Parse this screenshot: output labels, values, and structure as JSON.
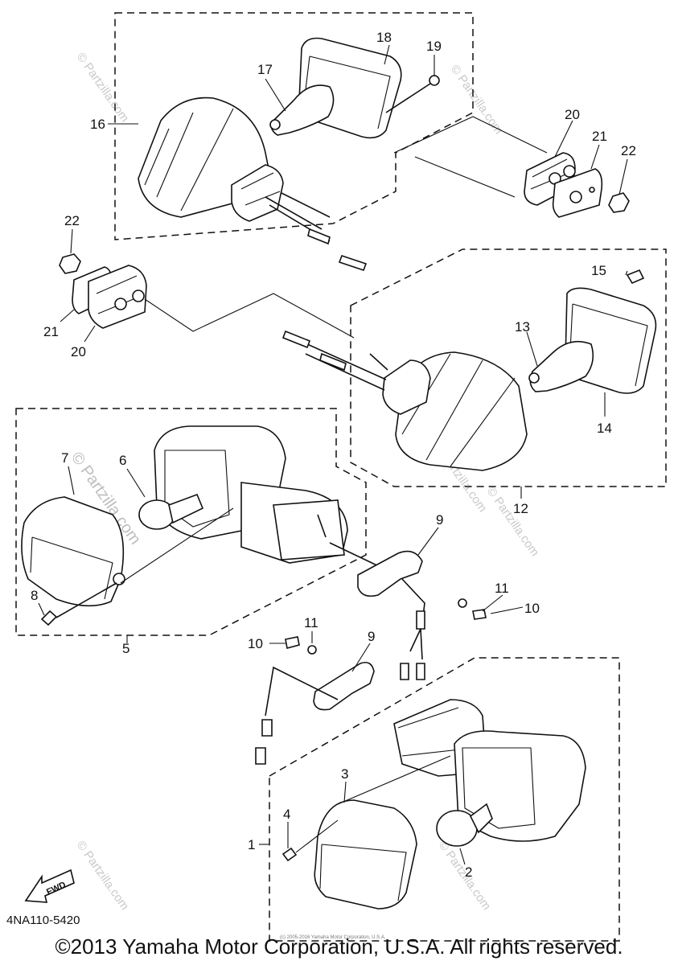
{
  "diagram": {
    "callouts": {
      "c1": "1",
      "c2": "2",
      "c3": "3",
      "c4": "4",
      "c5": "5",
      "c6": "6",
      "c7": "7",
      "c8": "8",
      "c9a": "9",
      "c9b": "9",
      "c10a": "10",
      "c10b": "10",
      "c11a": "11",
      "c11b": "11",
      "c12": "12",
      "c13": "13",
      "c14": "14",
      "c15": "15",
      "c16": "16",
      "c17": "17",
      "c18": "18",
      "c19": "19",
      "c20a": "20",
      "c20b": "20",
      "c21a": "21",
      "c21b": "21",
      "c22a": "22",
      "c22b": "22"
    },
    "fwd_label": "FWD",
    "drawing_number": "4NA110-5420",
    "copyright": "©2013 Yamaha Motor Corporation, U.S.A. All rights reserved.",
    "small_copyright": "(c) 2005-2016 Yamaha Motor Corporation, U.S.A.",
    "watermark": "© Partzilla.com"
  }
}
